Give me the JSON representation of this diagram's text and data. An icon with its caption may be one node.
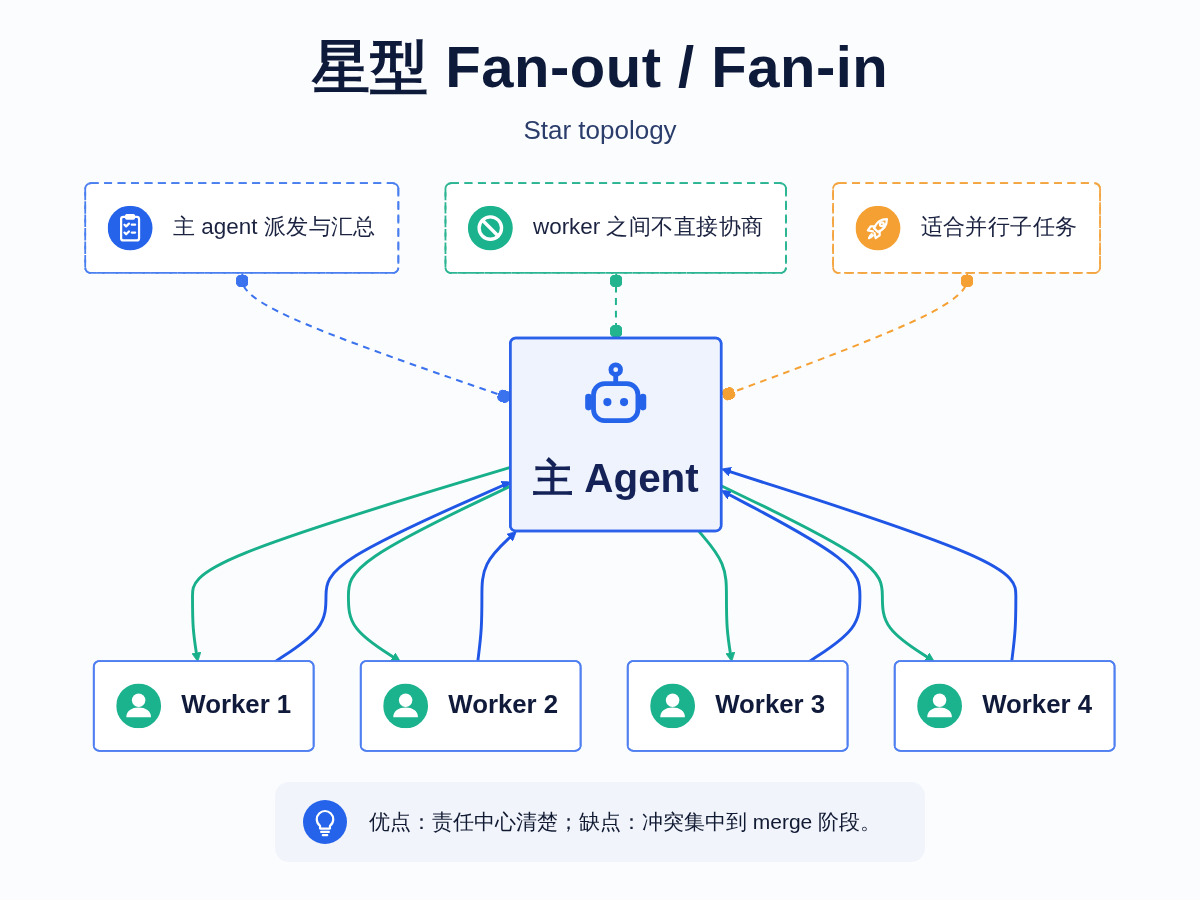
{
  "diagram": {
    "title": "星型 Fan-out / Fan-in",
    "nodes": [
      {
        "text": [
          "Worker 1"
        ]
      },
      {
        "text": [
          "Worker 2"
        ]
      },
      {
        "text": [
          "主 agent 派发与汇总"
        ]
      },
      {
        "text": [
          "主 Agent"
        ]
      },
      {
        "text": [
          "worker 之间不直接协商"
        ]
      },
      {
        "text": [
          "适合并行子任务"
        ]
      },
      {
        "text": [
          "Worker 3"
        ]
      },
      {
        "text": [
          "Worker 4"
        ]
      }
    ],
    "edges": [
      {
        "from": 0,
        "to": 3,
        "arrow": "to",
        "color": "#1f56e6"
      },
      {
        "from": 3,
        "to": 0,
        "arrow": "to",
        "color": "#18b08b"
      },
      {
        "from": 1,
        "to": 3,
        "arrow": "to",
        "color": "#1f56e6"
      },
      {
        "from": 3,
        "to": 1,
        "arrow": "to",
        "color": "#18b08b"
      },
      {
        "from": 2,
        "to": 3,
        "arrow": "other",
        "style": "dashed",
        "color": "#3b72ee"
      },
      {
        "from": 4,
        "to": 3,
        "arrow": "other",
        "style": "dashed",
        "color": "#22b38f"
      },
      {
        "from": 5,
        "to": 3,
        "arrow": "other",
        "style": "dashed",
        "color": "#f5a033"
      },
      {
        "from": 6,
        "to": 3,
        "arrow": "to",
        "color": "#1f56e6"
      },
      {
        "from": 3,
        "to": 6,
        "arrow": "to",
        "color": "#18b08b"
      },
      {
        "from": 7,
        "to": 3,
        "arrow": "to",
        "color": "#1f56e6"
      },
      {
        "from": 3,
        "to": 7,
        "arrow": "to",
        "color": "#18b08b"
      }
    ],
    "labels": [
      "Star topology",
      "优点：责任中心清楚；缺点：冲突集中到 merge 阶段。"
    ]
  }
}
